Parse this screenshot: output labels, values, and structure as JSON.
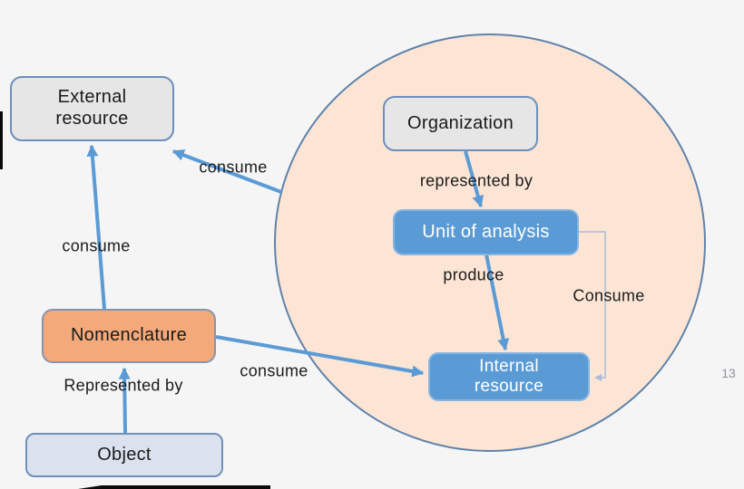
{
  "page": {
    "number": "13"
  },
  "diagram": {
    "nodes": {
      "external_resource": {
        "label": "External resource"
      },
      "organization": {
        "label": "Organization"
      },
      "unit_of_analysis": {
        "label": "Unit of analysis"
      },
      "internal_resource": {
        "label": "Internal resource"
      },
      "nomenclature": {
        "label": "Nomenclature"
      },
      "object": {
        "label": "Object"
      }
    },
    "edges": [
      {
        "from": "system-boundary",
        "to": "external_resource",
        "label": "consume"
      },
      {
        "from": "nomenclature",
        "to": "external_resource",
        "label": "consume"
      },
      {
        "from": "organization",
        "to": "unit_of_analysis",
        "label": "represented by"
      },
      {
        "from": "unit_of_analysis",
        "to": "internal_resource",
        "label": "produce"
      },
      {
        "from": "unit_of_analysis",
        "to": "internal_resource",
        "label": "Consume"
      },
      {
        "from": "nomenclature",
        "to": "internal_resource",
        "label": "consume"
      },
      {
        "from": "object",
        "to": "nomenclature",
        "label": "Represented by"
      }
    ]
  },
  "colors": {
    "background": "#f5f5f6",
    "circle_fill": "#fce5d5",
    "circle_stroke": "#5f83ab",
    "gray_box_fill": "#e6e6e6",
    "blue_box_fill": "#5b9bd5",
    "orange_box_fill": "#f4a97a",
    "lavender_box_fill": "#dce1ee",
    "box_stroke_blue": "#6d8fba",
    "arrow_color": "#5b9bd5",
    "connector_color": "#a9bcd8",
    "label_text": "#1b1b1b",
    "page_number_color": "#8d929b",
    "artifact_color": "#0a0a0a"
  }
}
